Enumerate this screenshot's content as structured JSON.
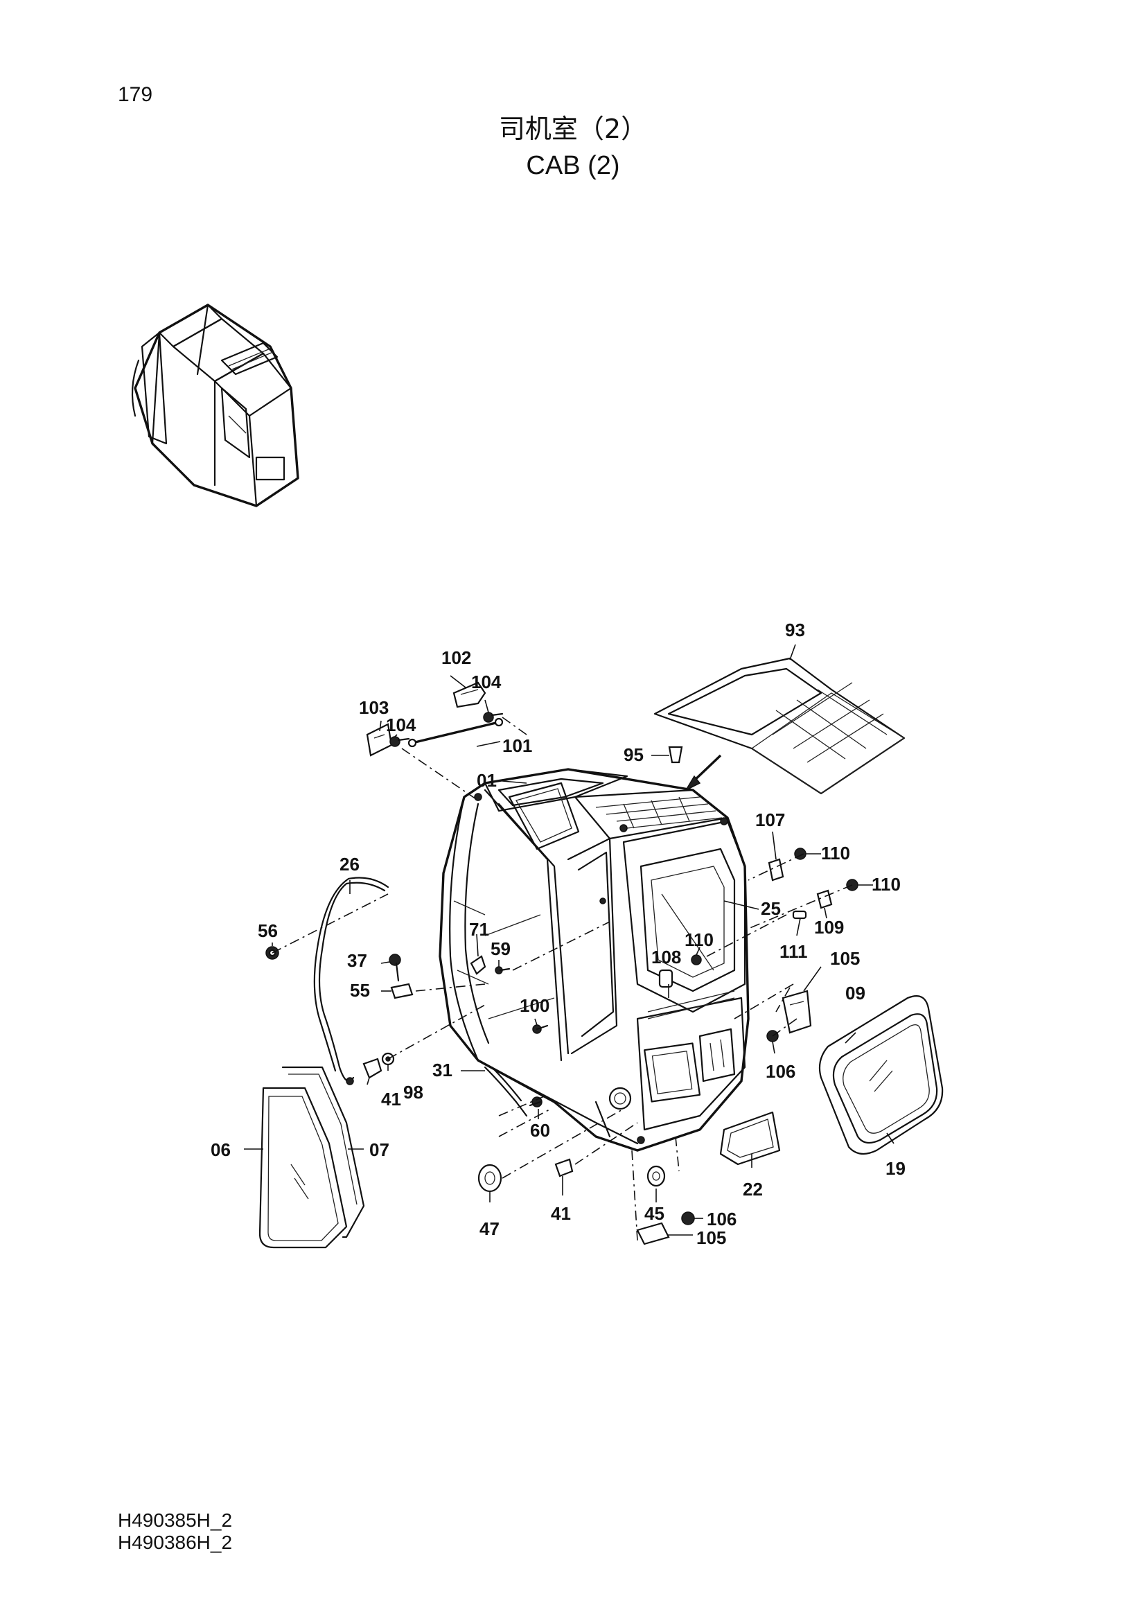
{
  "page_number": "179",
  "title": {
    "cn": "司机室（2）",
    "en": "CAB (2)"
  },
  "doc_codes": [
    "H490385H_2",
    "H490386H_2"
  ],
  "callouts": {
    "c93": "93",
    "c102": "102",
    "c104a": "104",
    "c103": "103",
    "c104b": "104",
    "c101": "101",
    "c95": "95",
    "c01": "01",
    "c107": "107",
    "c110a": "110",
    "c110b": "110",
    "c26": "26",
    "c25": "25",
    "c56": "56",
    "c109": "109",
    "c71": "71",
    "c59": "59",
    "c110c": "110",
    "c111": "111",
    "c108": "108",
    "c105a": "105",
    "c37": "37",
    "c55": "55",
    "c100": "100",
    "c09": "09",
    "c106a": "106",
    "c31": "31",
    "c41a": "41",
    "c98": "98",
    "c06": "06",
    "c07": "07",
    "c60": "60",
    "c22": "22",
    "c19": "19",
    "c47": "47",
    "c41b": "41",
    "c45": "45",
    "c106b": "106",
    "c105b": "105"
  }
}
